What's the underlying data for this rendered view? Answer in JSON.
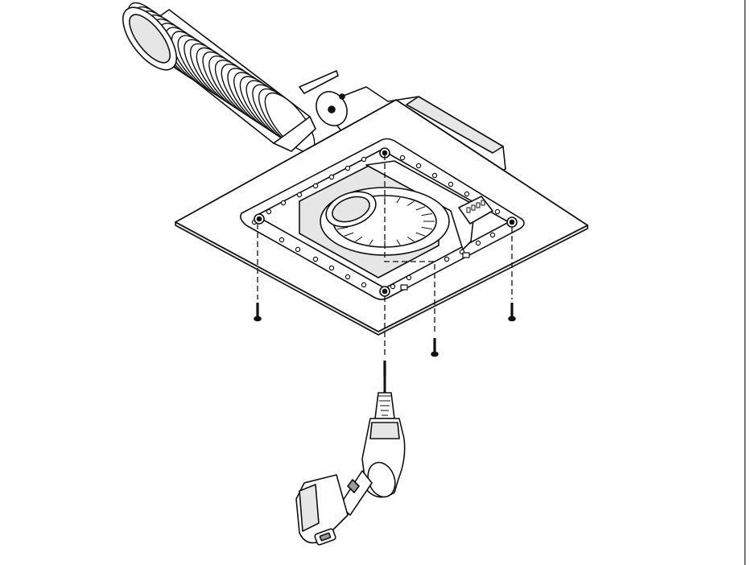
{
  "figure": {
    "colors": {
      "line": "#111111",
      "fill": "#ffffff",
      "shade": "#e6e6e6",
      "dark": "#9a9a9a"
    },
    "parts": [
      "flex-duct",
      "duct-strap",
      "housing",
      "ceiling-grille-plate",
      "blower-wheel",
      "mounting-screw",
      "power-drill",
      "drill-battery"
    ],
    "screw_count": 4
  }
}
